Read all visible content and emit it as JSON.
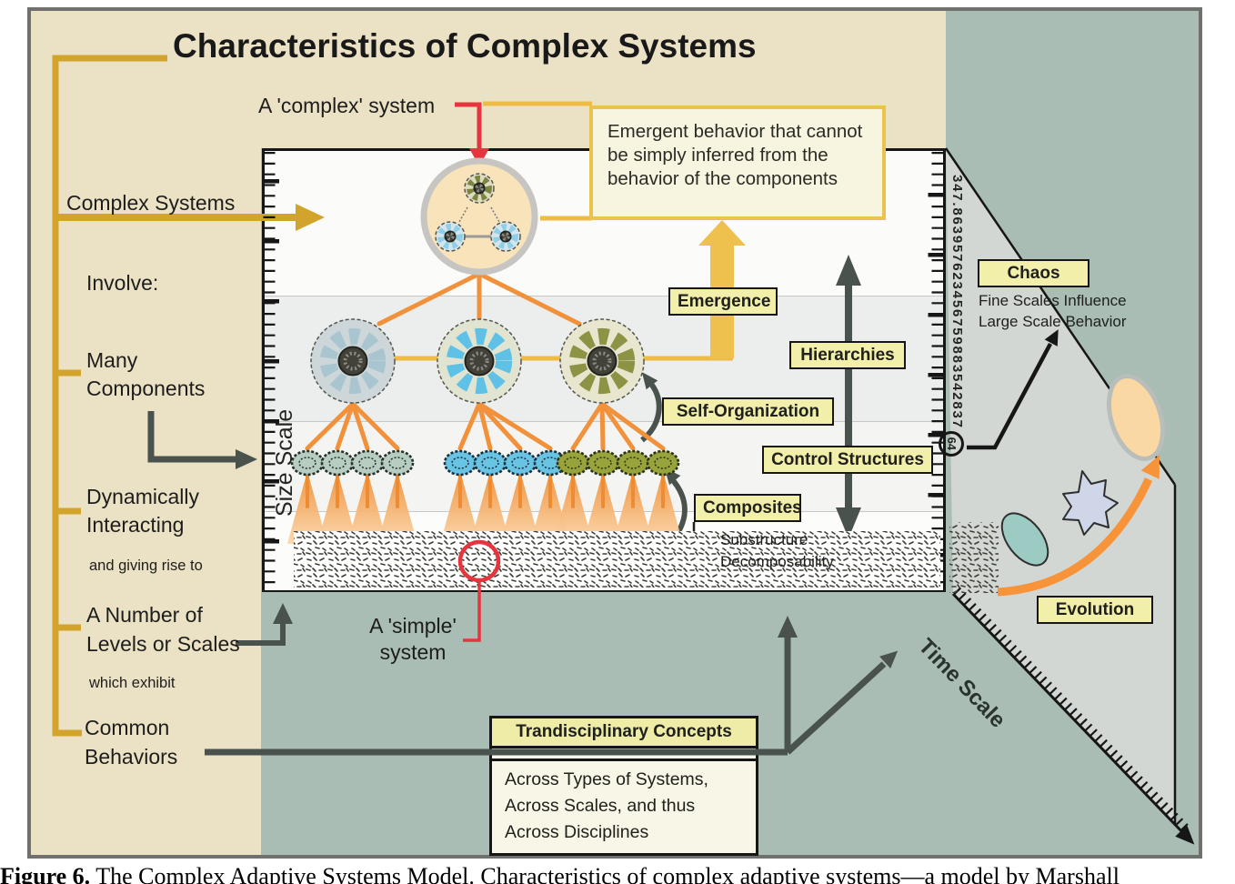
{
  "title": "Characteristics of Complex Systems",
  "caption": {
    "label": "Figure 6.",
    "text": " The Complex Adaptive Systems Model. Characteristics of complex adaptive systems—a model by Marshall"
  },
  "left_panel": {
    "complex_systems": "Complex Systems",
    "involve": "Involve:",
    "many_components": "Many\nComponents",
    "dynamically_interacting": "Dynamically\nInteracting",
    "giving_rise": "and giving rise to",
    "levels_scales": "A Number of\nLevels or Scales",
    "which_exhibit": "which exhibit",
    "common_behaviors": "Common\nBehaviors"
  },
  "callouts": {
    "complex_system": "A 'complex' system",
    "simple_system": "A 'simple'\nsystem",
    "emergent_behavior": "Emergent behavior that cannot\nbe simply inferred from the\nbehavior of the components"
  },
  "axes": {
    "size_scale": "Size Scale",
    "time_scale": "Time Scale",
    "number_sequence": "347.863957623456759883542837",
    "number_circled": "64"
  },
  "concept_labels": {
    "emergence": "Emergence",
    "hierarchies": "Hierarchies",
    "self_organization": "Self-Organization",
    "control_structures": "Control Structures",
    "composites": "Composites",
    "substructure": "Substructure",
    "decomposability": "Decomposability",
    "chaos": "Chaos",
    "chaos_note": "Fine Scales Influence\nLarge Scale Behavior",
    "evolution": "Evolution"
  },
  "transdisciplinary": {
    "header": "Trandisciplinary Concepts",
    "body": "Across Types of Systems,\nAcross Scales, and thus\nAcross Disciplines"
  },
  "icons": {
    "organism_cell": "flower-cell-icon",
    "component_oval": "component-oval-icon",
    "emergence_arrow": "up-arrow-icon",
    "evolution_arrow": "curved-arrow-icon"
  },
  "colors": {
    "gold": "#d3a42b",
    "light_gold": "#eebb45",
    "orange": "#f2913c",
    "red": "#e6353e",
    "label_yellow": "#f2efab",
    "dark_arrow": "#49524c",
    "beige": "#ebe2c6",
    "sage_green": "#a9bdb4",
    "perspective_gray": "#d3d7d4"
  }
}
